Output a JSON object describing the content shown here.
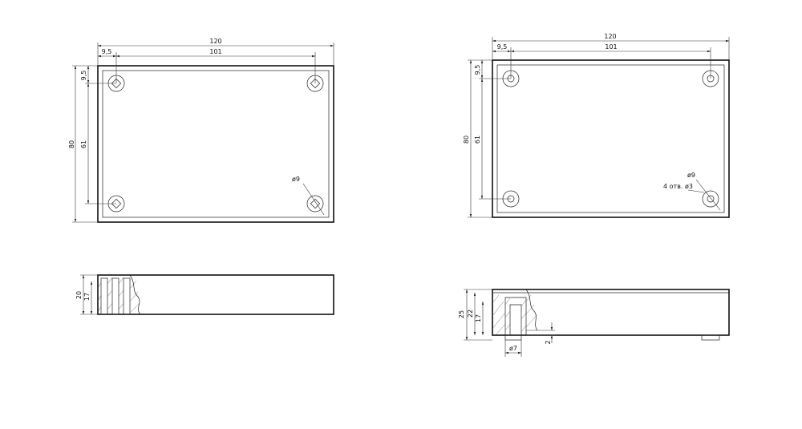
{
  "drawing_left": {
    "top_view": {
      "overall_width": "120",
      "hole_offset_x": "9,5",
      "hole_spacing_x": "101",
      "hole_offset_y": "9,5",
      "hole_spacing_y": "61",
      "overall_height": "80",
      "hole_diameter": "ø9"
    },
    "side_view": {
      "overall_height": "20",
      "inner_height": "17"
    }
  },
  "drawing_right": {
    "top_view": {
      "overall_width": "120",
      "hole_offset_x": "9,5",
      "hole_spacing_x": "101",
      "hole_offset_y": "9,5",
      "hole_spacing_y": "61",
      "overall_height": "80",
      "hole_diameter": "ø9",
      "hole_note": "4  отв. ø3"
    },
    "side_view": {
      "overall_height": "25",
      "mid_height": "22",
      "inner_height": "17",
      "slot_width": "ø7",
      "wall_thickness": "2"
    }
  }
}
